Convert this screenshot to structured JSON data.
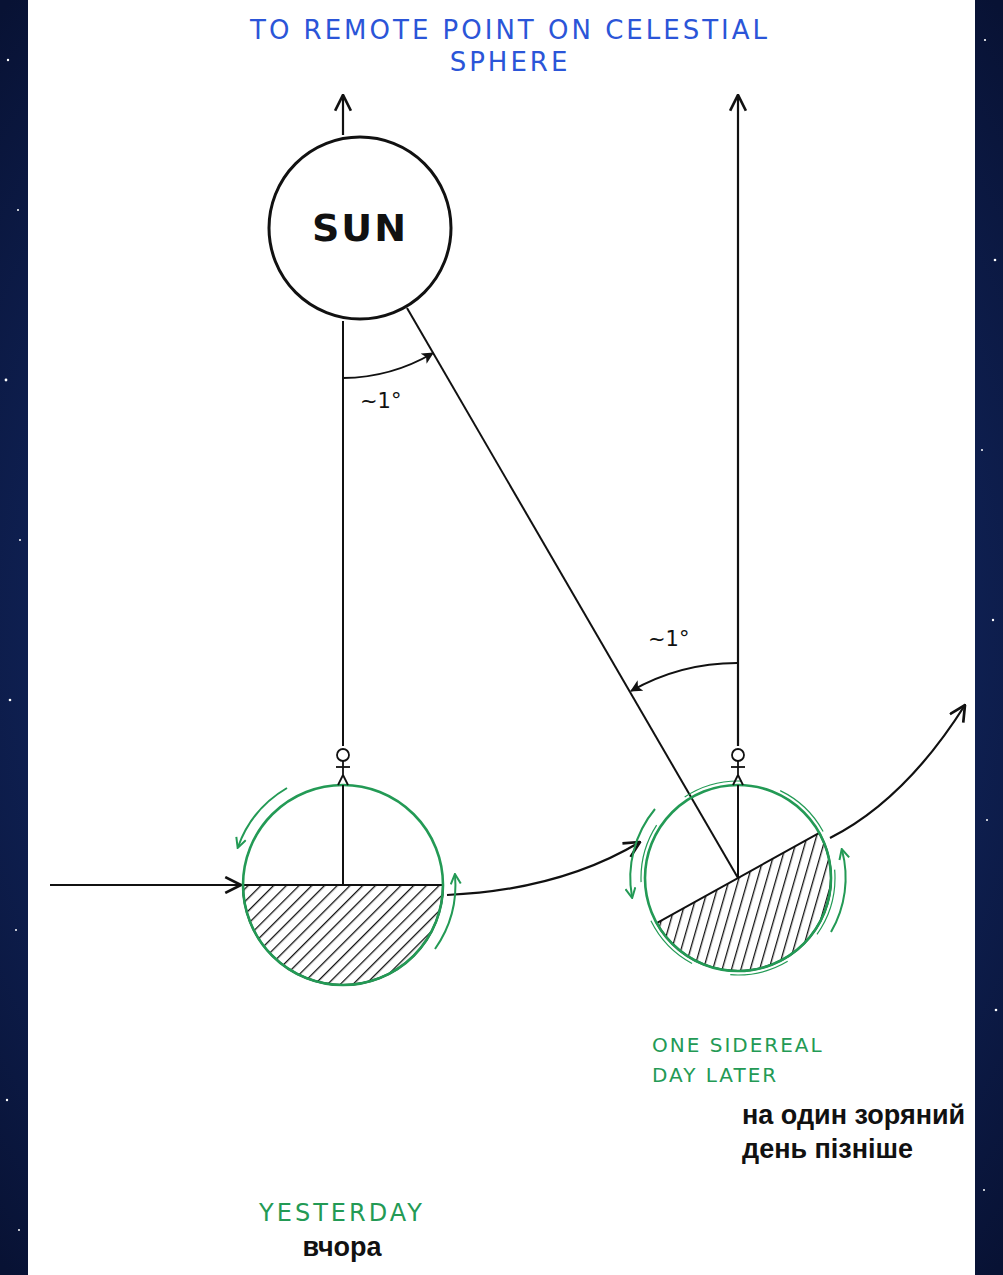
{
  "diagram": {
    "nodes": [
      {
        "text": [
          "SUN"
        ]
      }
    ],
    "labels": [
      "TO REMOTE POINT ON CELESTIAL SPHERE",
      "~1°",
      "~1°",
      "ONE SIDEREAL DAY LATER",
      "на один зоряний день пізніше",
      "YESTERDAY",
      "вчора"
    ]
  }
}
